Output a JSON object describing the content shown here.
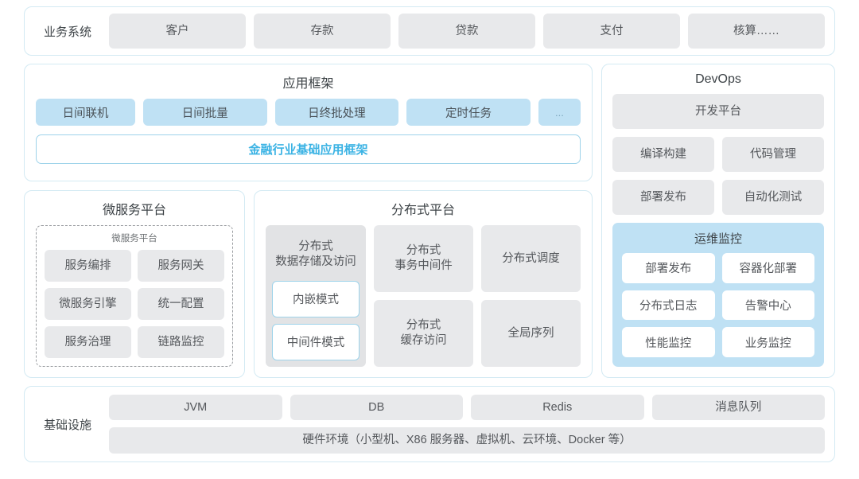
{
  "business_system": {
    "label": "业务系统",
    "items": [
      "客户",
      "存款",
      "贷款",
      "支付",
      "核算……"
    ]
  },
  "app_framework": {
    "title": "应用框架",
    "chips": [
      "日间联机",
      "日间批量",
      "日终批处理",
      "定时任务",
      "..."
    ],
    "base_bar": "金融行业基础应用框架"
  },
  "microservice_platform": {
    "title": "微服务平台",
    "inner_title": "微服务平台",
    "items": [
      "服务编排",
      "服务网关",
      "微服务引擎",
      "统一配置",
      "服务治理",
      "链路监控"
    ]
  },
  "distributed_platform": {
    "title": "分布式平台",
    "storage": {
      "label": "分布式\n数据存储及访问",
      "label_line1": "分布式",
      "label_line2": "数据存储及访问",
      "modes": [
        "内嵌模式",
        "中间件模式"
      ]
    },
    "cells": [
      {
        "line1": "分布式",
        "line2": "事务中间件"
      },
      {
        "line1": "分布式调度",
        "line2": ""
      },
      {
        "line1": "分布式",
        "line2": "缓存访问"
      },
      {
        "line1": "全局序列",
        "line2": ""
      }
    ]
  },
  "devops": {
    "title": "DevOps",
    "dev_platform": "开发平台",
    "items": [
      "编译构建",
      "代码管理",
      "部署发布",
      "自动化测试"
    ],
    "ops_monitor": {
      "title": "运维监控",
      "items": [
        "部署发布",
        "容器化部署",
        "分布式日志",
        "告警中心",
        "性能监控",
        "业务监控"
      ]
    }
  },
  "infrastructure": {
    "label": "基础设施",
    "items": [
      "JVM",
      "DB",
      "Redis",
      "消息队列"
    ],
    "hardware": "硬件环境（小型机、X86 服务器、虚拟机、云环境、Docker 等）"
  },
  "colors": {
    "card_border": "#d3eaf3",
    "gray_chip": "#e8e9eb",
    "blue_chip": "#bfe1f4",
    "accent_text": "#3bb3e4"
  }
}
